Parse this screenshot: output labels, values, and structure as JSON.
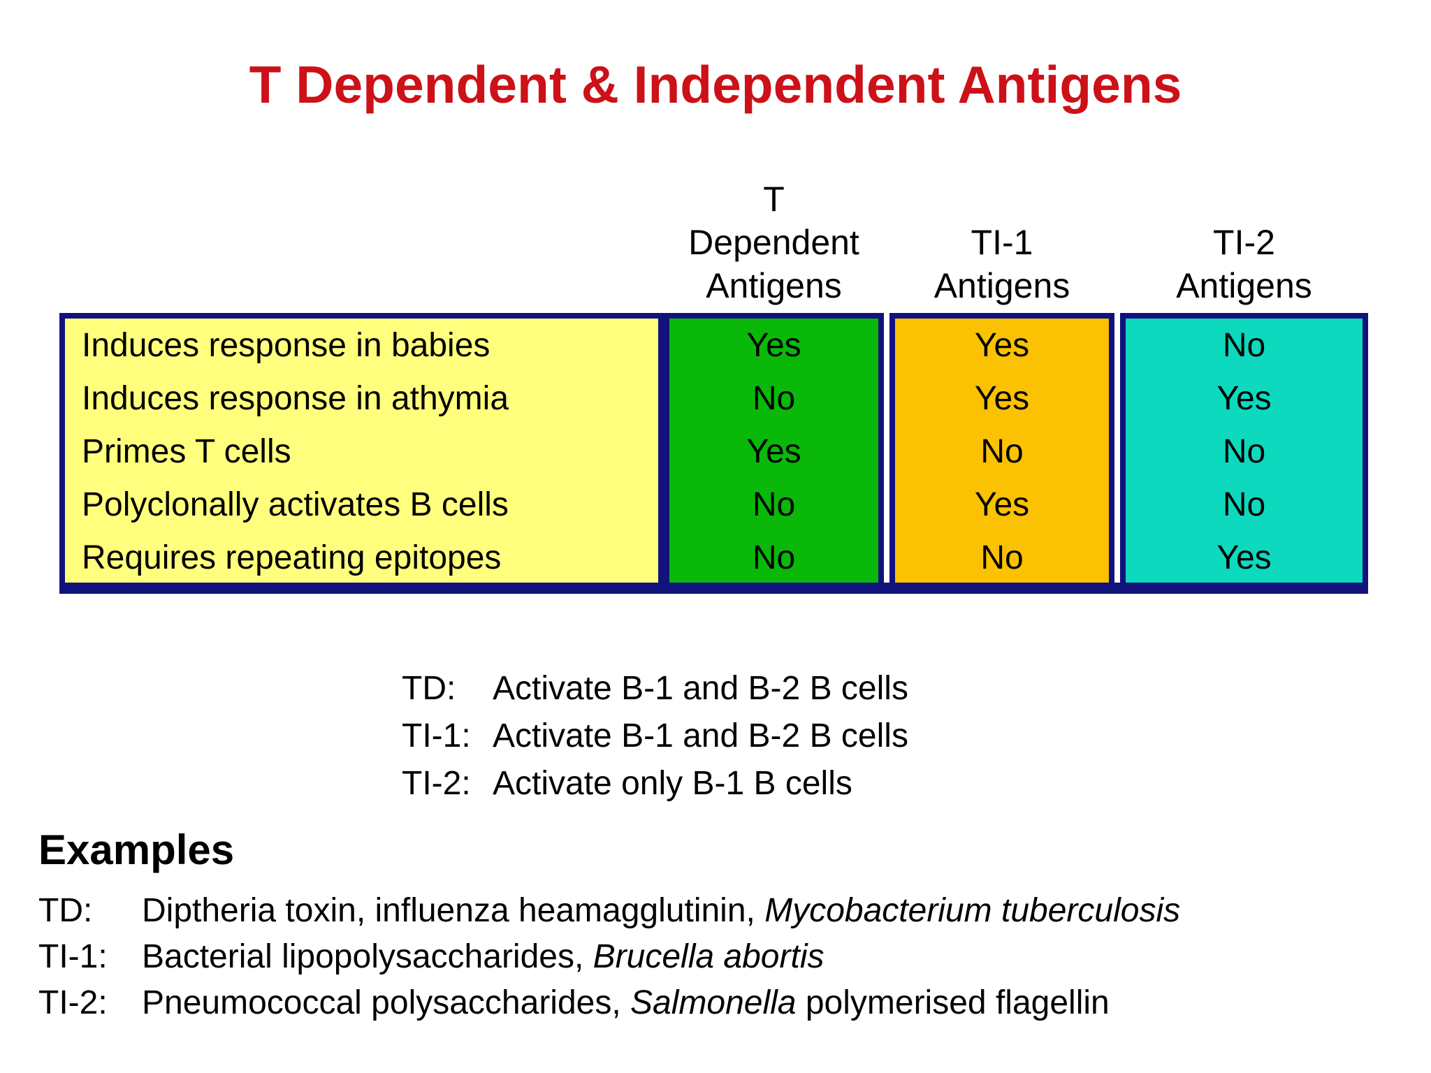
{
  "title": "T Dependent & Independent Antigens",
  "colors": {
    "title_red": "#CC1119",
    "border_navy": "#12127D",
    "label_yellow": "#FFFF7D",
    "td_green": "#09B809",
    "ti1_orange": "#FBC103",
    "ti2_cyan": "#0CD9BE"
  },
  "table": {
    "column_headers": [
      {
        "lines": [
          "T",
          "Dependent",
          "Antigens"
        ]
      },
      {
        "lines": [
          "TI-1",
          "Antigens"
        ]
      },
      {
        "lines": [
          "TI-2",
          "Antigens"
        ]
      }
    ],
    "rows": [
      {
        "label": "Induces response in babies",
        "values": [
          "Yes",
          "Yes",
          "No"
        ]
      },
      {
        "label": "Induces response in athymia",
        "values": [
          "No",
          "Yes",
          "Yes"
        ]
      },
      {
        "label": "Primes T cells",
        "values": [
          "Yes",
          "No",
          "No"
        ]
      },
      {
        "label": "Polyclonally activates B cells",
        "values": [
          "No",
          "Yes",
          "No"
        ]
      },
      {
        "label": "Requires repeating epitopes",
        "values": [
          "No",
          "No",
          "Yes"
        ]
      }
    ]
  },
  "activation_notes": [
    {
      "label": "TD:",
      "text": "Activate B-1 and B-2 B cells"
    },
    {
      "label": "TI-1:",
      "text": "Activate B-1 and B-2 B cells"
    },
    {
      "label": "TI-2:",
      "text": "Activate only B-1 B cells"
    }
  ],
  "examples": {
    "heading": "Examples",
    "items": [
      {
        "label": "TD:",
        "text_before": "Diptheria toxin, influenza heamagglutinin, ",
        "italic": "Mycobacterium tuberculosis",
        "text_after": ""
      },
      {
        "label": "TI-1:",
        "text_before": "Bacterial lipopolysaccharides, ",
        "italic": "Brucella abortis",
        "text_after": ""
      },
      {
        "label": "TI-2:",
        "text_before": "Pneumococcal polysaccharides, ",
        "italic": "Salmonella",
        "text_after": " polymerised flagellin"
      }
    ]
  }
}
